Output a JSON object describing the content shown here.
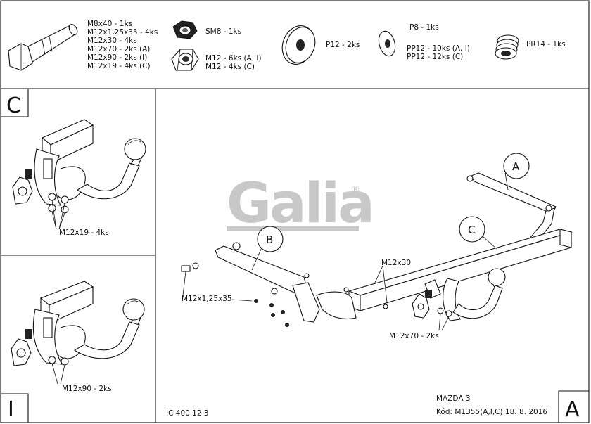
{
  "parts": {
    "bolt_list": [
      "M8x40 - 1ks",
      "M12x1,25x35 - 4ks",
      "M12x30 - 4ks",
      "M12x70 - 2ks (A)",
      "M12x90 - 2ks (I)",
      "M12x19 - 4ks (C)"
    ],
    "nut_sm8": "SM8 - 1ks",
    "nut_m12": [
      "M12 - 6ks (A, I)",
      "M12 - 4ks (C)"
    ],
    "washer_p12": "P12 - 2ks",
    "washer_p8": "P8 - 1ks",
    "washer_pp12": [
      "PP12 - 10ks (A, I)",
      "PP12 - 12ks (C)"
    ],
    "spring_pr14": "PR14 - 1ks"
  },
  "panels": {
    "c_letter": "C",
    "c_callout": "M12x19 - 4ks",
    "i_letter": "I",
    "i_callout": "M12x90 - 2ks"
  },
  "main": {
    "logo": "Galia",
    "logo_reg": "®",
    "label_a": "A",
    "label_b": "B",
    "label_c": "C",
    "callout_m12x30": "M12x30",
    "callout_m12x125x35": "M12x1,25x35",
    "callout_m12x70": "M12x70 - 2ks",
    "corner_letter": "A"
  },
  "footer": {
    "code": "IC 400 12 3",
    "model": "MAZDA 3",
    "kod": "Kód: M1355(A,I,C)  18. 8. 2016"
  }
}
